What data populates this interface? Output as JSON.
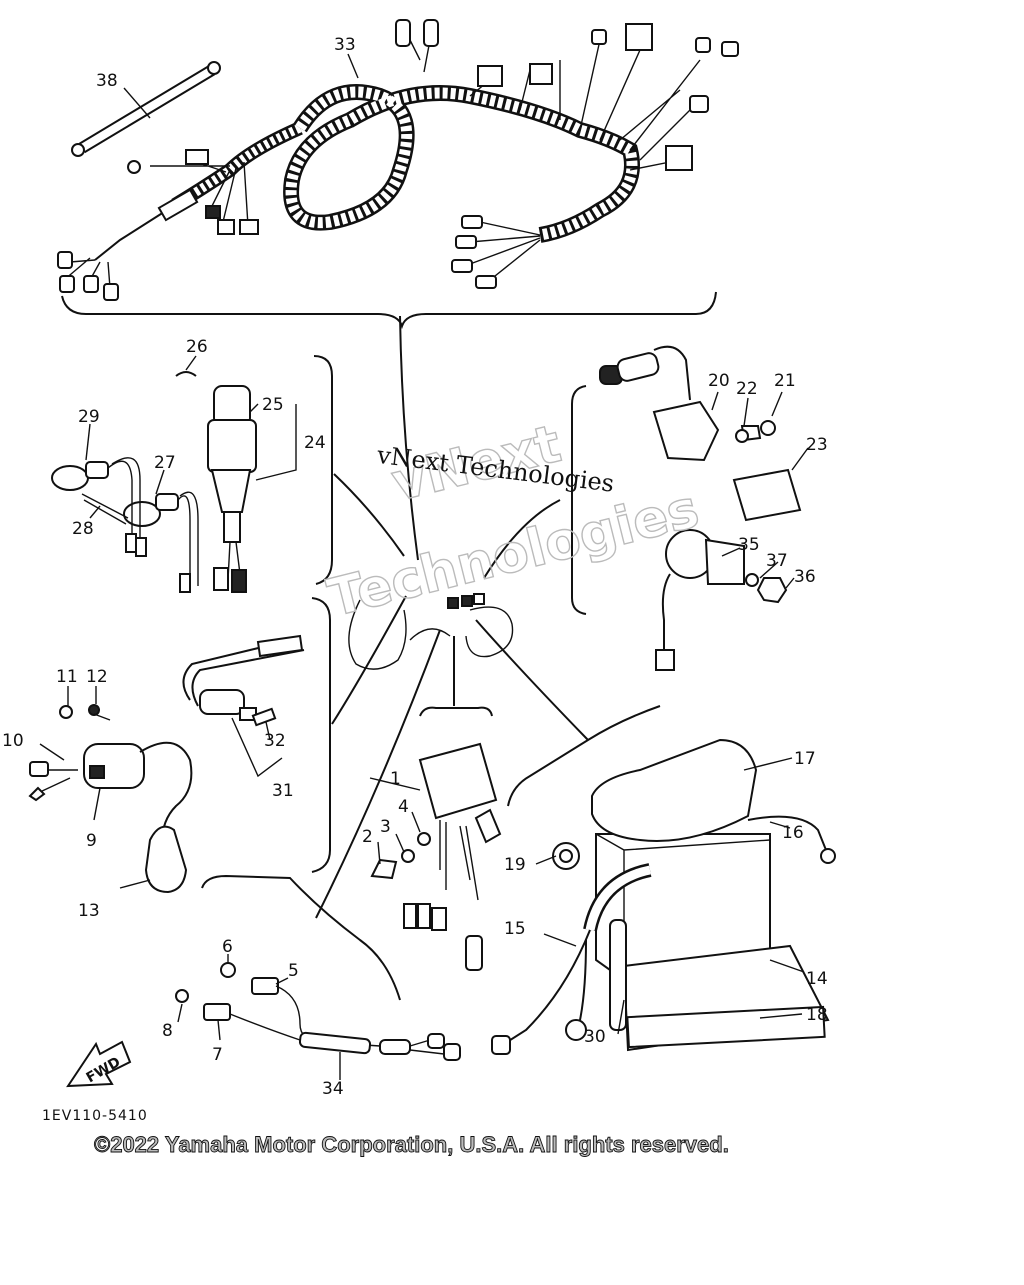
{
  "diagram": {
    "ref_code": "1EV110-5410",
    "copyright": "©2022 Yamaha Motor Corporation, U.S.A. All rights reserved.",
    "fwd_label": "FWD",
    "watermark": {
      "line_small": "vNext Technologies",
      "line_big_1": "vNext",
      "line_big_2": "Technologies"
    },
    "callouts": {
      "c1": "1",
      "c2": "2",
      "c3": "3",
      "c4": "4",
      "c5": "5",
      "c6": "6",
      "c7": "7",
      "c8": "8",
      "c9": "9",
      "c10": "10",
      "c11": "11",
      "c12": "12",
      "c13": "13",
      "c14": "14",
      "c15": "15",
      "c16": "16",
      "c17": "17",
      "c18": "18",
      "c19": "19",
      "c20": "20",
      "c21": "21",
      "c22": "22",
      "c23": "23",
      "c24": "24",
      "c25": "25",
      "c26": "26",
      "c27": "27",
      "c28": "28",
      "c29": "29",
      "c30": "30",
      "c31": "31",
      "c32": "32",
      "c33": "33",
      "c34": "34",
      "c35": "35",
      "c36": "36",
      "c37": "37",
      "c38": "38"
    }
  }
}
